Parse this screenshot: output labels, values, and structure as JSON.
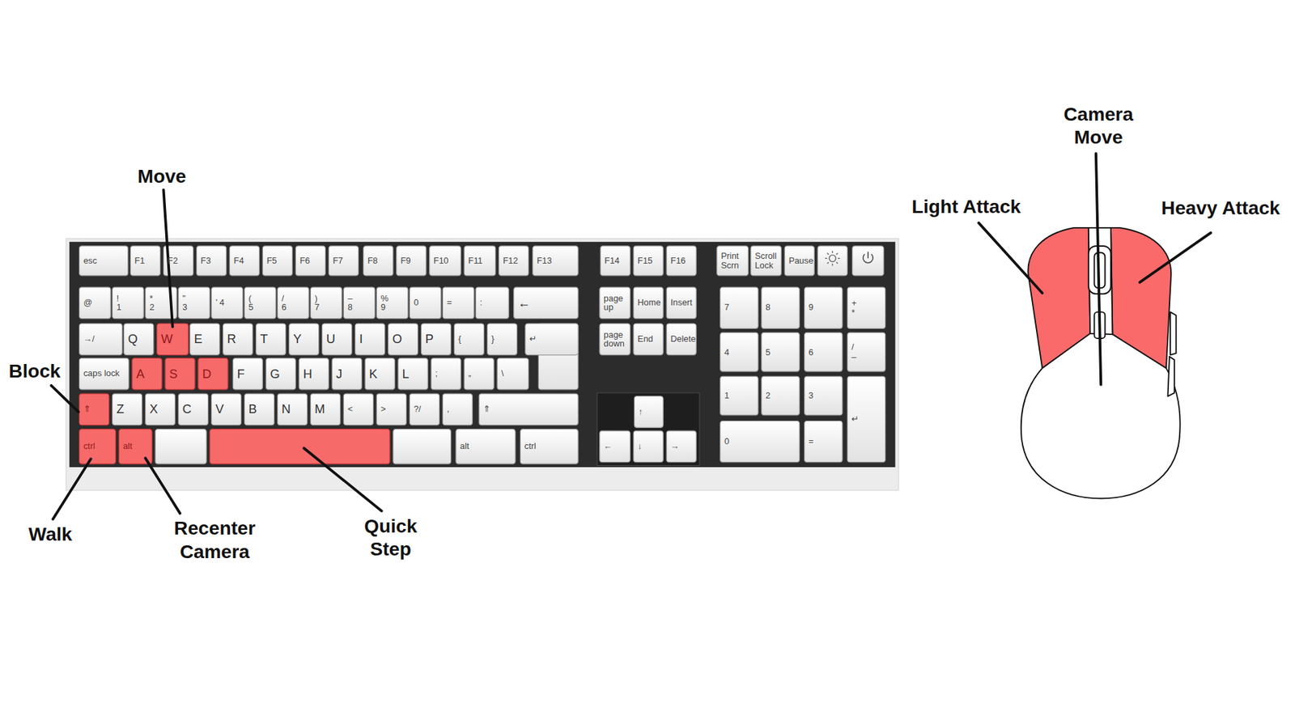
{
  "diagram": {
    "labels": [
      "Move",
      "Block",
      "Walk",
      "Recenter Camera",
      "Quick Step",
      "Camera Move",
      "Light Attack",
      "Heavy Attack",
      "esc",
      "F1",
      "F2",
      "F3",
      "F4",
      "F5",
      "F6",
      "F7",
      "F8",
      "F9",
      "F10",
      "F11",
      "F12",
      "F13",
      "F14",
      "F15",
      "F16",
      "Print Scrn",
      "Scroll Lock",
      "Pause",
      "@",
      "! 1",
      "* 2",
      "\" 3",
      "’ 4",
      "( 5",
      "/ 6",
      ") 7",
      "– 8",
      "% 9",
      "0",
      "=",
      ":",
      "←",
      "page up",
      "Home",
      "Insert",
      "7",
      "8",
      "9",
      "+ *",
      "→/",
      "Q",
      "W",
      "E",
      "R",
      "T",
      "Y",
      "U",
      "I",
      "O",
      "P",
      "{",
      "}",
      "↵",
      "page down",
      "End",
      "Delete",
      "4",
      "5",
      "6",
      "/ –",
      "caps lock",
      "A",
      "S",
      "D",
      "F",
      "G",
      "H",
      "J",
      "K",
      "L",
      ";",
      "„",
      "\\",
      "⇑",
      "Z",
      "X",
      "C",
      "V",
      "B",
      "N",
      "M",
      "<",
      ">",
      "?/",
      ",",
      "⇑",
      "↑",
      "1",
      "2",
      "3",
      "ctrl",
      "alt",
      "alt",
      "ctrl",
      "←",
      "↓",
      "→",
      "0",
      "=",
      "↵"
    ]
  }
}
